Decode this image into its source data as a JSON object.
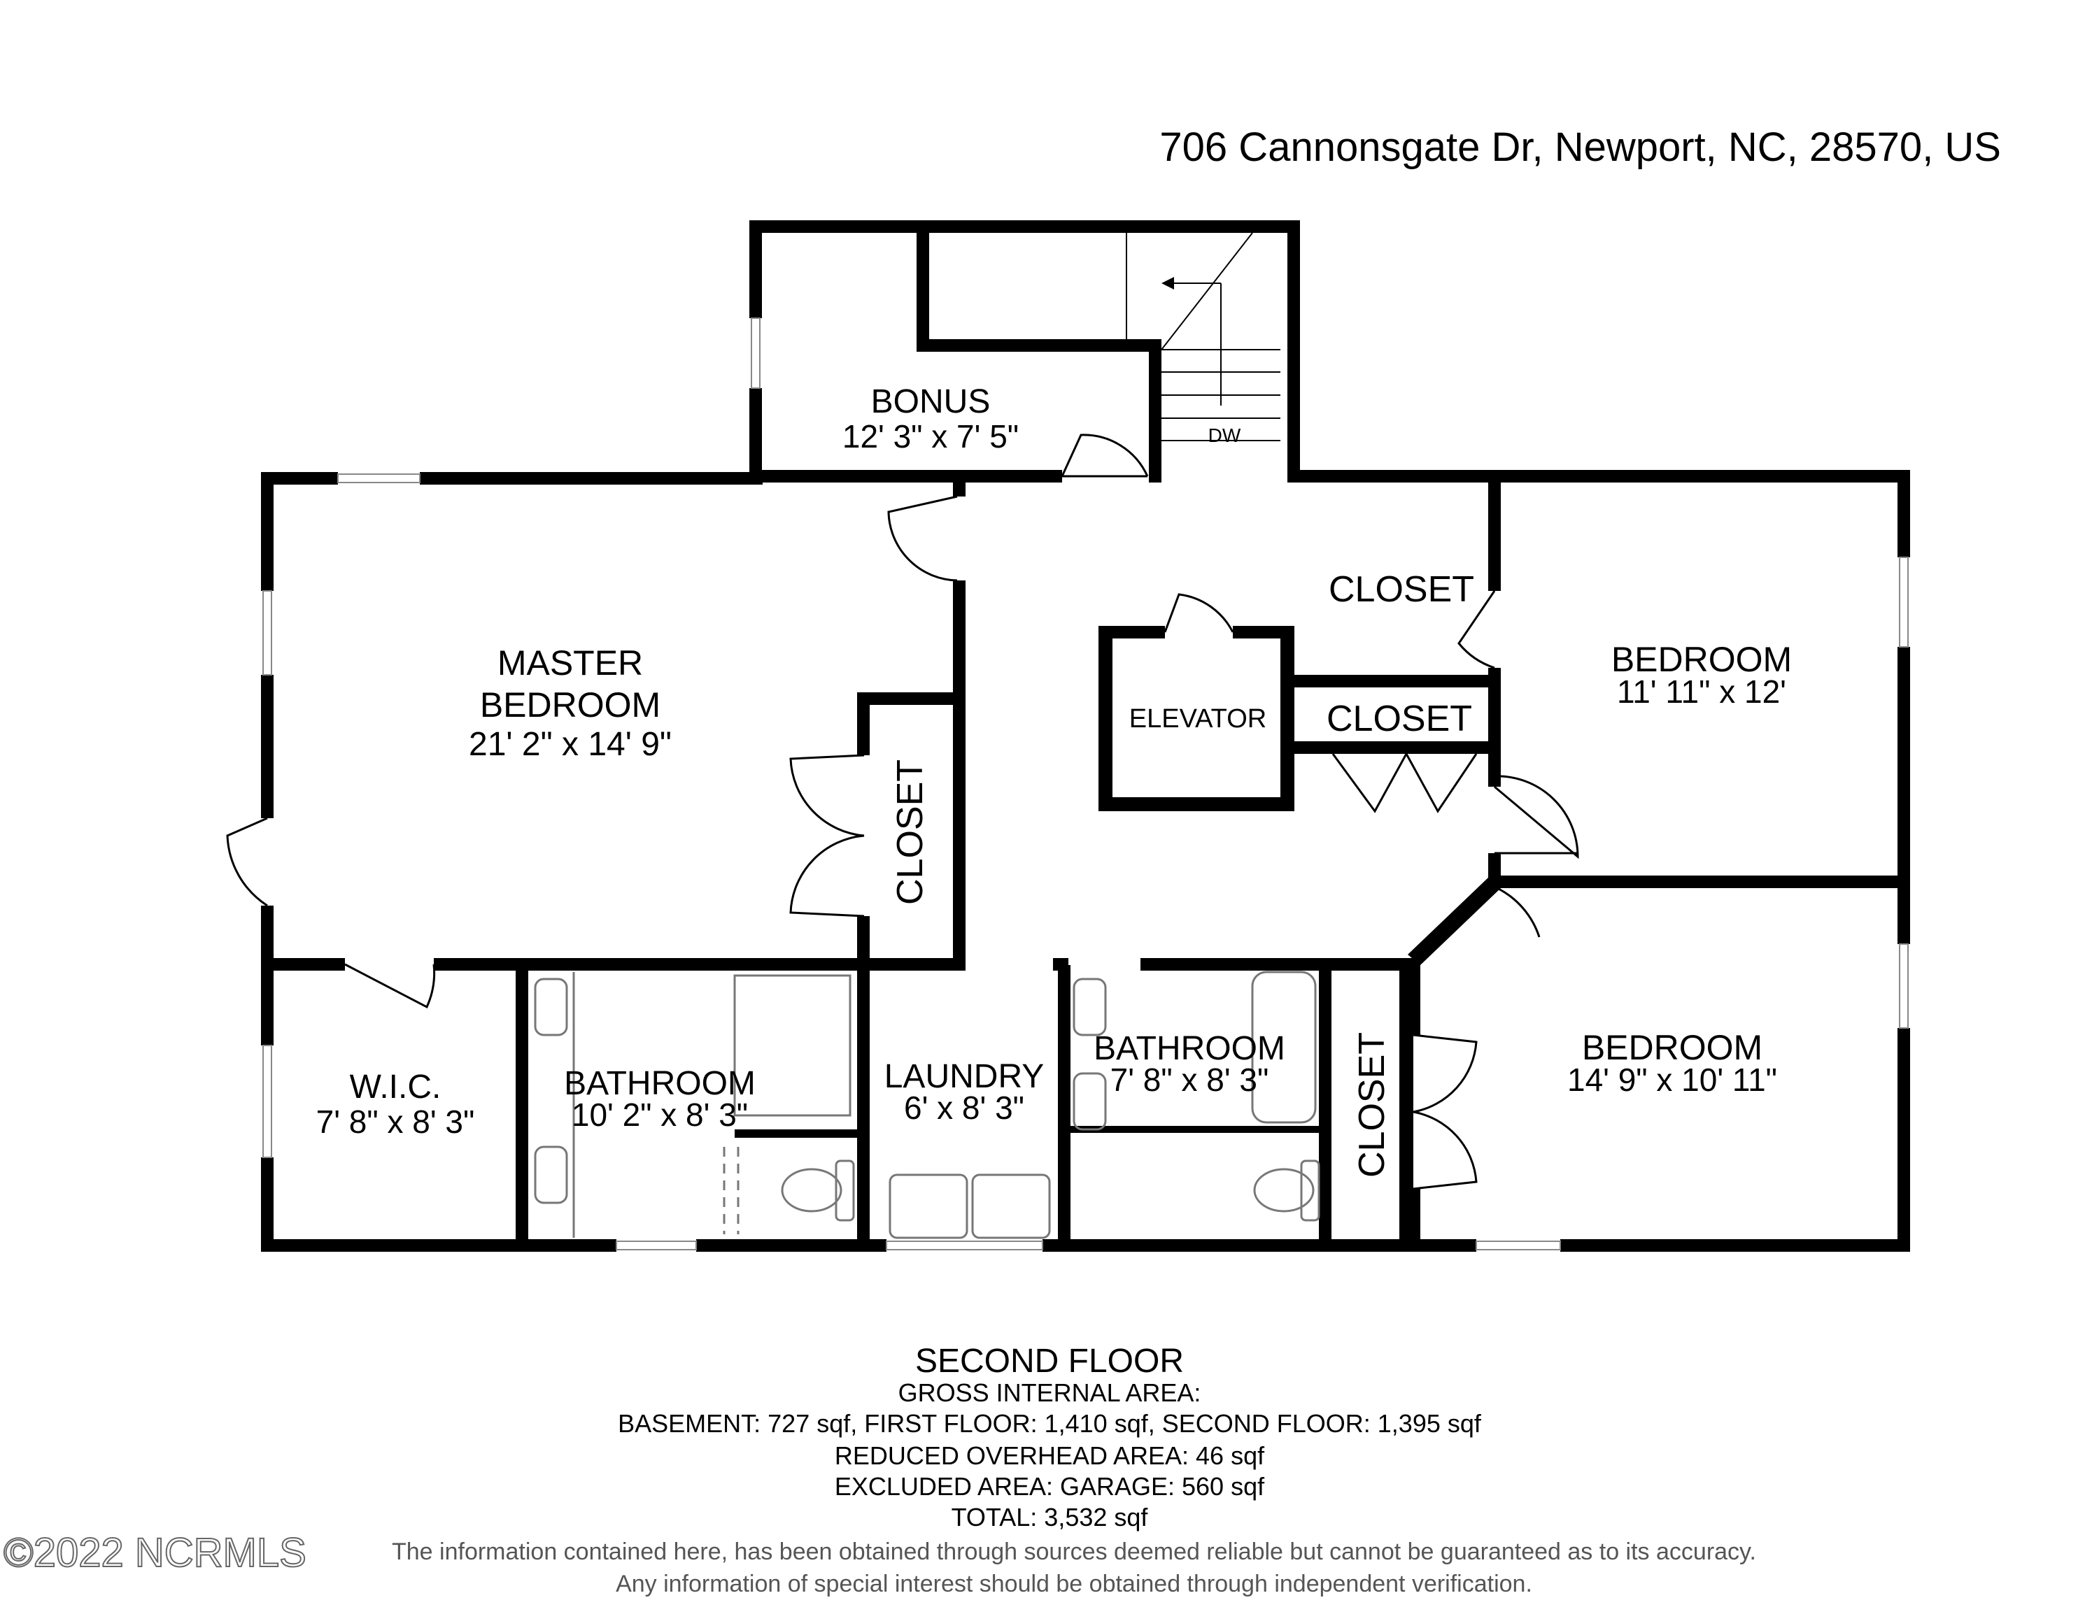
{
  "address": "706 Cannonsgate Dr, Newport, NC, 28570, US",
  "rooms": {
    "bonus": {
      "name": "BONUS",
      "dims": "12' 3\" x 7' 5\""
    },
    "master": {
      "name_line1": "MASTER",
      "name_line2": "BEDROOM",
      "dims": "21' 2\" x 14' 9\""
    },
    "closet_master": {
      "name": "CLOSET"
    },
    "closet_top": {
      "name": "CLOSET"
    },
    "closet_mid": {
      "name": "CLOSET"
    },
    "elevator": {
      "name": "ELEVATOR"
    },
    "bedroom_upper": {
      "name": "BEDROOM",
      "dims": "11' 11\" x 12'"
    },
    "bedroom_lower": {
      "name": "BEDROOM",
      "dims": "14' 9\" x 10' 11\""
    },
    "wic": {
      "name": "W.I.C.",
      "dims": "7' 8\" x 8' 3\""
    },
    "bath_master": {
      "name": "BATHROOM",
      "dims": "10' 2\" x 8' 3\""
    },
    "laundry": {
      "name": "LAUNDRY",
      "dims": "6' x 8' 3\""
    },
    "bath_hall": {
      "name": "BATHROOM",
      "dims": "7' 8\" x 8' 3\""
    },
    "closet_bed": {
      "name": "CLOSET"
    }
  },
  "stairs_label": "DW",
  "summary": {
    "floor": "SECOND FLOOR",
    "line1": "GROSS INTERNAL AREA:",
    "line2": "BASEMENT: 727 sqf, FIRST FLOOR: 1,410 sqf, SECOND FLOOR: 1,395 sqf",
    "line3": "REDUCED OVERHEAD AREA: 46 sqf",
    "line4": "EXCLUDED AREA: GARAGE: 560 sqf",
    "line5": "TOTAL: 3,532 sqf"
  },
  "disclaimer": {
    "line1": "The information contained here, has been obtained through sources deemed reliable but cannot be guaranteed as to its accuracy.",
    "line2": "Any information of special interest should be obtained through independent verification."
  },
  "watermark": "©2022 NCRMLS"
}
